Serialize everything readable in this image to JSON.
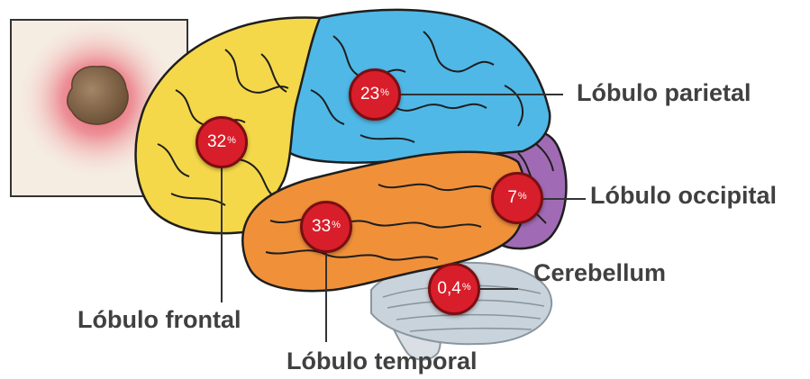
{
  "lobes": {
    "frontal": {
      "label": "Lóbulo frontal",
      "pct_value": "32",
      "pct_unit": "%",
      "color": "#f4d84a"
    },
    "parietal": {
      "label": "Lóbulo parietal",
      "pct_value": "23",
      "pct_unit": "%",
      "color": "#4fb8e6"
    },
    "temporal": {
      "label": "Lóbulo temporal",
      "pct_value": "33",
      "pct_unit": "%",
      "color": "#f0913a"
    },
    "occipital": {
      "label": "Lóbulo occipital",
      "pct_value": "7",
      "pct_unit": "%",
      "color": "#a06bb4"
    },
    "cerebellum": {
      "label": "Cerebellum",
      "pct_value": "0,4",
      "pct_unit": "%",
      "color": "#b9c7d1"
    }
  },
  "inset": {
    "description_icon": "tumor-closeup"
  },
  "colors": {
    "badge": "#d81e2a",
    "outline": "#1e1e1e",
    "text": "#404040"
  }
}
